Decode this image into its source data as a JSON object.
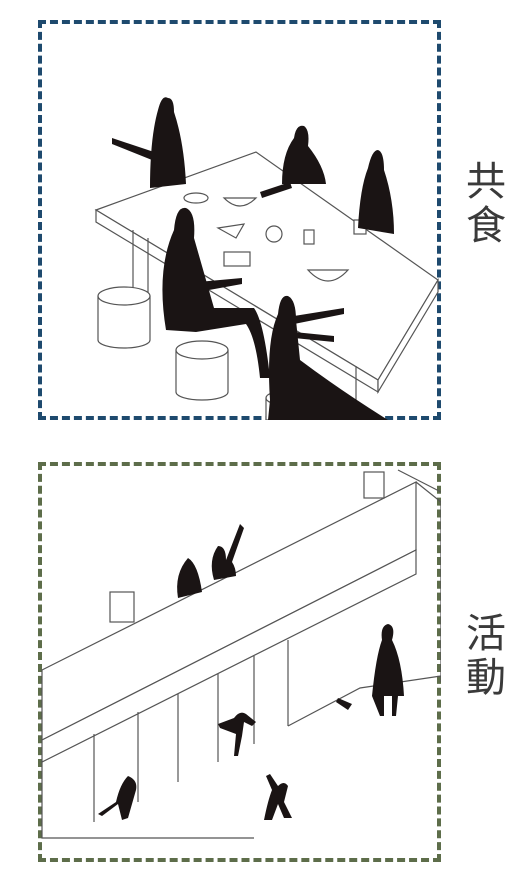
{
  "panels": [
    {
      "id": "shared-meal",
      "label_chars": [
        "共",
        "食"
      ],
      "border_color": "#1e4a6e"
    },
    {
      "id": "activity",
      "label_chars": [
        "活",
        "動"
      ],
      "border_color": "#5d6d4a"
    }
  ],
  "colors": {
    "silhouette": "#1a1414",
    "line_art": "#555555",
    "label_text": "#3a3a3a",
    "background": "#ffffff"
  }
}
